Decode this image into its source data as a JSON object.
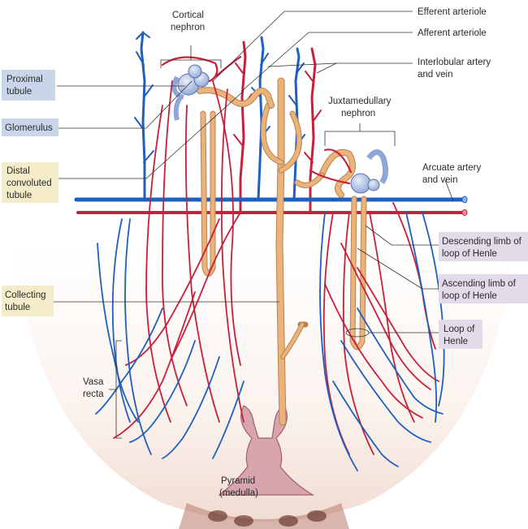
{
  "labels": {
    "cortical_nephron": [
      "Cortical",
      "nephron"
    ],
    "efferent_arteriole": "Efferent arteriole",
    "afferent_arteriole": "Afferent arteriole",
    "interlobular": [
      "Interlobular artery",
      "and vein"
    ],
    "proximal_tubule": [
      "Proximal",
      "tubule"
    ],
    "glomerulus": "Glomerulus",
    "juxtamedullary_nephron": [
      "Juxtamedullary",
      "nephron"
    ],
    "distal_convoluted_tubule": [
      "Distal",
      "convoluted",
      "tubule"
    ],
    "arcuate": [
      "Arcuate artery",
      "and vein"
    ],
    "descending_limb": [
      "Descending limb of",
      "loop of Henle"
    ],
    "ascending_limb": [
      "Ascending limb of",
      "loop of Henle"
    ],
    "collecting_tubule": [
      "Collecting",
      "tubule"
    ],
    "loop_of_henle": [
      "Loop of",
      "Henle"
    ],
    "vasa_recta": [
      "Vasa",
      "recta"
    ],
    "pyramid": [
      "Pyramid",
      "(medulla)"
    ]
  },
  "colors": {
    "vein": "#1f5fbf",
    "artery": "#c8203a",
    "tubule": "#e9b37b",
    "medulla_fill": "#f7ece6",
    "pyramid_tissue": "#d8a4ae",
    "label_blue": "#c9d6ea",
    "label_yellow": "#f4ecc9",
    "label_lilac": "#e2dbe9"
  }
}
